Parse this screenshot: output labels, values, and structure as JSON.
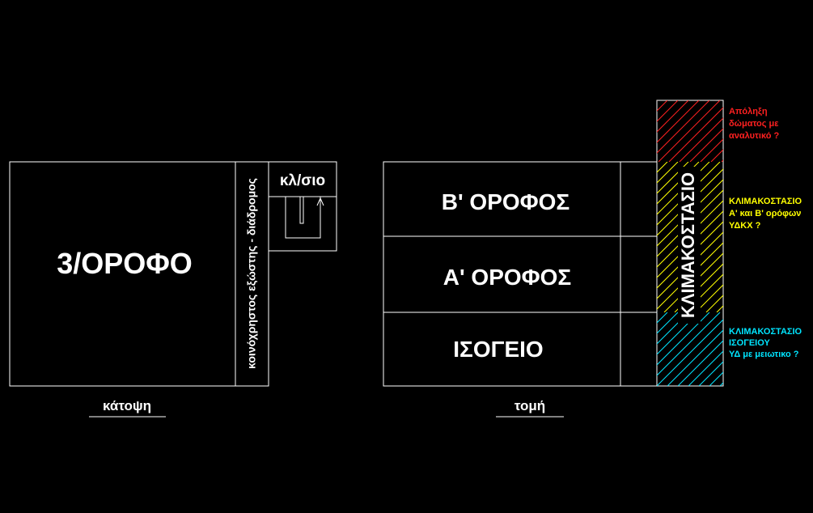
{
  "colors": {
    "background": "#000000",
    "line": "#ffffff",
    "red": "#ff2020",
    "yellow": "#ffff00",
    "cyan": "#00e5ff"
  },
  "plan": {
    "main_label": "3/ΟΡΟΦΟ",
    "corridor_label": "κοινόχρηστος εξώστης - διάδρομος",
    "stair_label": "κλ/σιο",
    "caption": "κάτοψη"
  },
  "section": {
    "floor2_label": "Β' ΟΡΟΦΟΣ",
    "floor1_label": "Α' ΟΡΟΦΟΣ",
    "ground_label": "ΙΣΟΓΕΙΟ",
    "stairwell_label": "ΚΛΙΜΑΚΟΣΤΑΣΙΟ",
    "caption": "τομή"
  },
  "notes": {
    "red": [
      "Απόληξη",
      "δώματος με",
      "αναλυτικό ?"
    ],
    "yellow": [
      "ΚΛΙΜΑΚΟΣΤΑΣΙΟ",
      "Α' και Β' ορόφων",
      "ΥΔΚΧ ?"
    ],
    "cyan": [
      "ΚΛΙΜΑΚΟΣΤΑΣΙΟ",
      "ΙΣΟΓΕΙΟΥ",
      "ΥΔ με μειωτικο ?"
    ]
  }
}
